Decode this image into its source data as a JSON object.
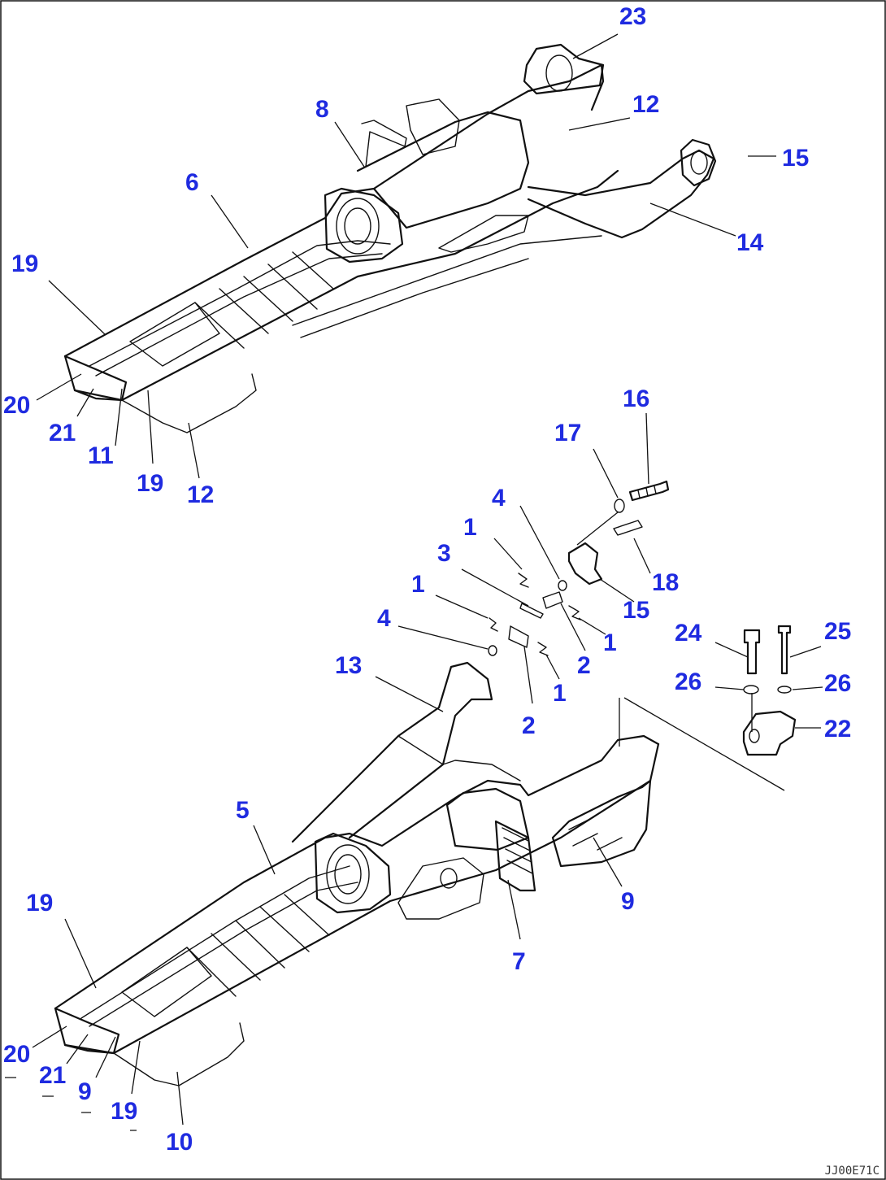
{
  "callouts": {
    "c23": "23",
    "c8": "8",
    "c12a": "12",
    "c15a": "15",
    "c6": "6",
    "c14": "14",
    "c19a": "19",
    "c20a": "20",
    "c21a": "21",
    "c11": "11",
    "c19b": "19",
    "c12b": "12",
    "c16": "16",
    "c17": "17",
    "c4a": "4",
    "c1a": "1",
    "c3": "3",
    "c18": "18",
    "c1b": "1",
    "c15b": "15",
    "c1c": "1",
    "c24": "24",
    "c25": "25",
    "c4b": "4",
    "c2a": "2",
    "c1d": "1",
    "c13": "13",
    "c26a": "26",
    "c26b": "26",
    "c22": "22",
    "c2b": "2",
    "c5": "5",
    "c9a": "9",
    "c19c": "19",
    "c7": "7",
    "c20b": "20",
    "c21b": "21",
    "c9b": "9",
    "c19d": "19",
    "c10": "10"
  },
  "reference_code": "JJ00E71C"
}
